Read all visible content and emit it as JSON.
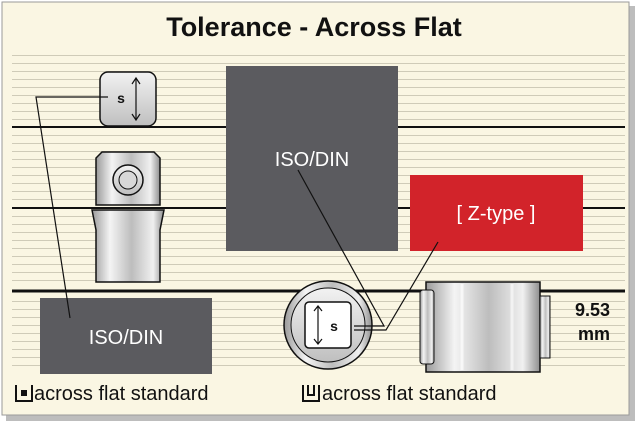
{
  "title": "Tolerance - Across Flat",
  "labels": {
    "iso_din_large": "ISO/DIN",
    "z_type": "[ Z-type ]",
    "iso_din_small": "ISO/DIN",
    "dimension_value": "9.53",
    "dimension_unit": "mm",
    "s_top": "s",
    "s_socket": "s"
  },
  "captions": {
    "left_standard": "across flat standard",
    "right_standard": "across flat standard"
  },
  "icons": {
    "left_caption_icon": "square-drive-male-icon",
    "right_caption_icon": "square-drive-female-icon"
  },
  "colors": {
    "background": "#faf6e3",
    "grid_line": "#d2cfc0",
    "panel_gray": "#5b5b5f",
    "panel_red": "#d2232a",
    "outline": "#111111"
  }
}
